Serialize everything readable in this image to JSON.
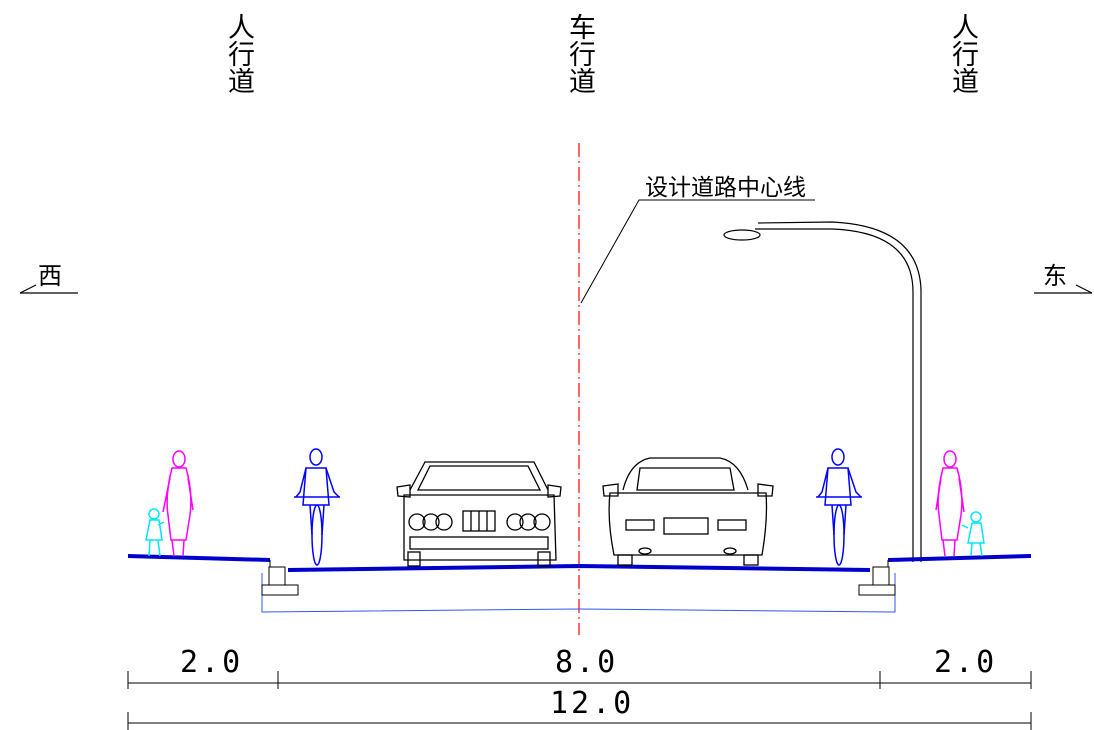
{
  "header_labels": {
    "left_sidewalk": "人行道",
    "roadway": "车行道",
    "right_sidewalk": "人行道"
  },
  "centerline_callout": "设计道路中心线",
  "directions": {
    "west": "西",
    "east": "东"
  },
  "dimensions": {
    "left_sidewalk_width": "2.0",
    "roadway_width": "8.0",
    "right_sidewalk_width": "2.0",
    "total_width": "12.0"
  },
  "colors": {
    "road_surface": "#0000cc",
    "pedestrian": "#ff00ff",
    "child": "#00e5ff",
    "cyclist": "#0000ff",
    "centerline": "#ff0000",
    "linework": "#000000"
  }
}
